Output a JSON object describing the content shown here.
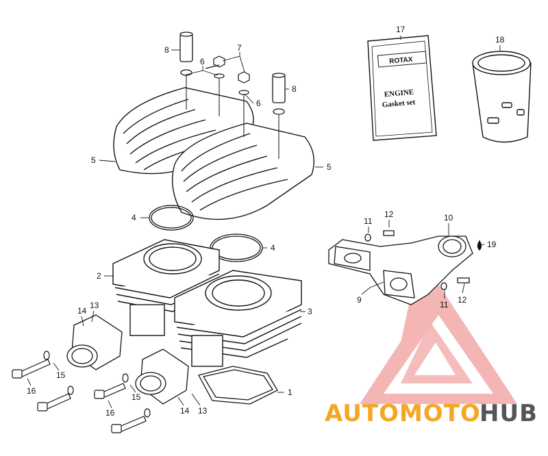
{
  "callouts": {
    "c1": "1",
    "c2": "2",
    "c3": "3",
    "c4a": "4",
    "c4b": "4",
    "c5a": "5",
    "c5b": "5",
    "c6a": "6",
    "c6b": "6",
    "c7": "7",
    "c8a": "8",
    "c8b": "8",
    "c9": "9",
    "c10": "10",
    "c11a": "11",
    "c11b": "11",
    "c12a": "12",
    "c12b": "12",
    "c13a": "13",
    "c13b": "13",
    "c14a": "14",
    "c14b": "14",
    "c15a": "15",
    "c15b": "15",
    "c16a": "16",
    "c16b": "16",
    "c17": "17",
    "c18": "18",
    "c19": "19"
  },
  "gasket_book": {
    "brand": "ROTAX",
    "line1": "ENGINE",
    "line2": "Gasket set"
  },
  "watermark": {
    "part1": "AUTOMOTO",
    "part2": "HUB",
    "color_primary": "#f5a623",
    "color_secondary": "#555555",
    "logo_color": "#f2a3a3"
  }
}
